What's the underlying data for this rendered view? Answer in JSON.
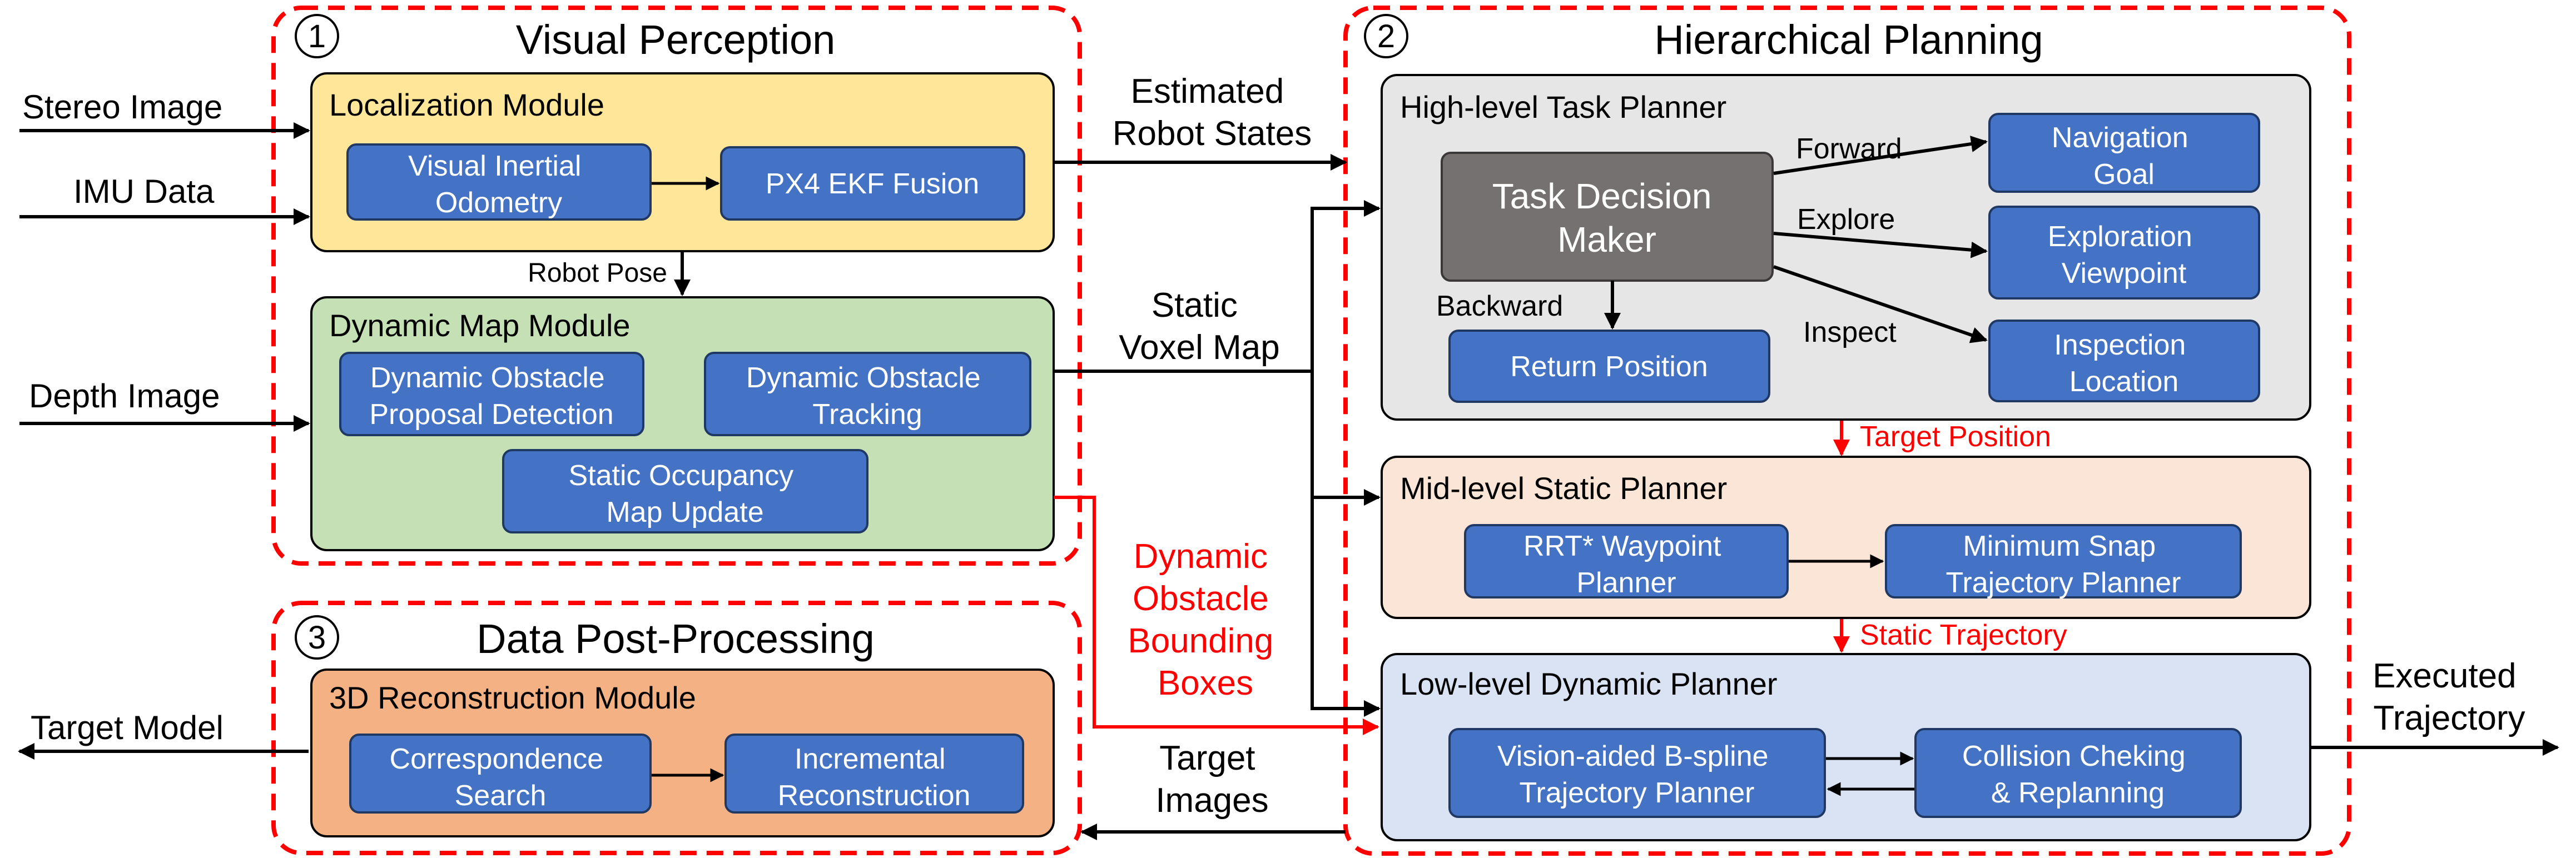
{
  "colors": {
    "red_dashed": "#ff0000",
    "module_blue": "#4472c4",
    "module_blue_border": "#1f3864",
    "localization_fill": "#ffe699",
    "dynamic_map_fill": "#c5e0b4",
    "reconstruction_fill": "#f4b183",
    "high_level_fill": "#e7e6e6",
    "mid_level_fill": "#fbe5d6",
    "low_level_fill": "#dae3f3",
    "decision_fill": "#767171",
    "arrow_black": "#000000",
    "label_red": "#ff0000"
  },
  "visual_perception": {
    "number": "1",
    "title": "Visual Perception",
    "localization": {
      "title": "Localization Module",
      "vio": [
        "Visual Inertial",
        "Odometry"
      ],
      "ekf": "PX4 EKF Fusion"
    },
    "robot_pose": "Robot Pose",
    "dynamic_map": {
      "title": "Dynamic Map Module",
      "proposal": [
        "Dynamic Obstacle",
        "Proposal Detection"
      ],
      "tracking": [
        "Dynamic Obstacle",
        "Tracking"
      ],
      "occupancy": [
        "Static Occupancy",
        "Map Update"
      ]
    }
  },
  "inputs": {
    "stereo": "Stereo Image",
    "imu": "IMU Data",
    "depth": "Depth Image"
  },
  "data_post_processing": {
    "number": "3",
    "title": "Data Post-Processing",
    "reconstruction": {
      "title": "3D Reconstruction Module",
      "correspondence": [
        "Correspondence",
        "Search"
      ],
      "incremental": [
        "Incremental",
        "Reconstruction"
      ]
    },
    "output": "Target Model"
  },
  "connectors": {
    "estimated_states": [
      "Estimated",
      "Robot States"
    ],
    "static_voxel": [
      "Static",
      "Voxel Map"
    ],
    "dynamic_boxes": [
      "Dynamic",
      "Obstacle",
      "Bounding",
      "Boxes"
    ],
    "target_images": [
      "Target",
      "Images"
    ]
  },
  "hierarchical_planning": {
    "number": "2",
    "title": "Hierarchical Planning",
    "high_level": {
      "title": "High-level Task Planner",
      "decision": [
        "Task Decision",
        "Maker"
      ],
      "forward": "Forward",
      "explore": "Explore",
      "inspect": "Inspect",
      "backward": "Backward",
      "nav_goal": [
        "Navigation",
        "Goal"
      ],
      "exploration": [
        "Exploration",
        "Viewpoint"
      ],
      "inspection": [
        "Inspection",
        "Location"
      ],
      "return": "Return Position"
    },
    "target_position": "Target Position",
    "mid_level": {
      "title": "Mid-level Static Planner",
      "rrt": [
        "RRT* Waypoint",
        "Planner"
      ],
      "min_snap": [
        "Minimum Snap",
        "Trajectory Planner"
      ]
    },
    "static_trajectory": "Static Trajectory",
    "low_level": {
      "title": "Low-level Dynamic Planner",
      "bspline": [
        "Vision-aided B-spline",
        "Trajectory Planner"
      ],
      "collision": [
        "Collision Cheking",
        "& Replanning"
      ]
    },
    "output": [
      "Executed",
      "Trajectory"
    ]
  }
}
